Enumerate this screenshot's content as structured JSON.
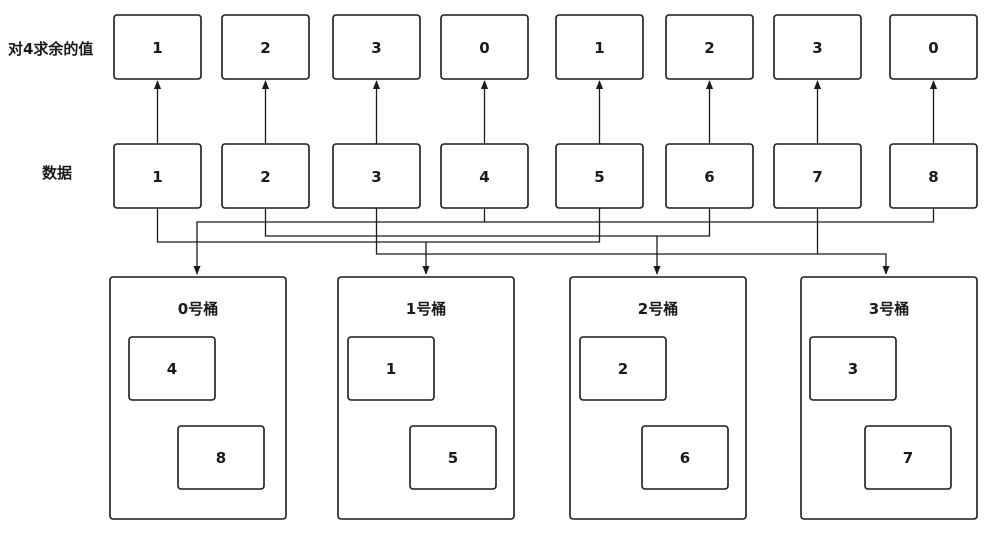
{
  "row_labels": {
    "remainder": "对4求余的值",
    "data": "数据"
  },
  "remainders": [
    "1",
    "2",
    "3",
    "0",
    "1",
    "2",
    "3",
    "0"
  ],
  "data_values": [
    "1",
    "2",
    "3",
    "4",
    "5",
    "6",
    "7",
    "8"
  ],
  "buckets": [
    {
      "title": "0号桶",
      "items": [
        "4",
        "8"
      ]
    },
    {
      "title": "1号桶",
      "items": [
        "1",
        "5"
      ]
    },
    {
      "title": "2号桶",
      "items": [
        "2",
        "6"
      ]
    },
    {
      "title": "3号桶",
      "items": [
        "3",
        "7"
      ]
    }
  ],
  "colors": {
    "stroke": "#1a1a1a",
    "background": "#ffffff"
  }
}
